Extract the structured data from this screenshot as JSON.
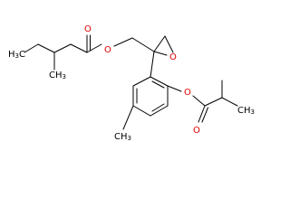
{
  "labels": {
    "o_ester1_carbonyl": "O",
    "o_ester1_bridge": "O",
    "o_epoxide": "O",
    "o_ester2_phenoxy": "O",
    "o_ester2_carbonyl": "O",
    "ch3_left": "H",
    "ch3_left_c": "C",
    "ch3_left_sub": "3",
    "ch3_branch": "CH",
    "ch3_branch_sub": "3",
    "ch3_ring": "CH",
    "ch3_ring_sub": "3",
    "ch3_right": "CH",
    "ch3_right_sub": "3"
  },
  "colors": {
    "bond": "#000000",
    "oxygen": "#e00000",
    "carbon": "#000000"
  }
}
